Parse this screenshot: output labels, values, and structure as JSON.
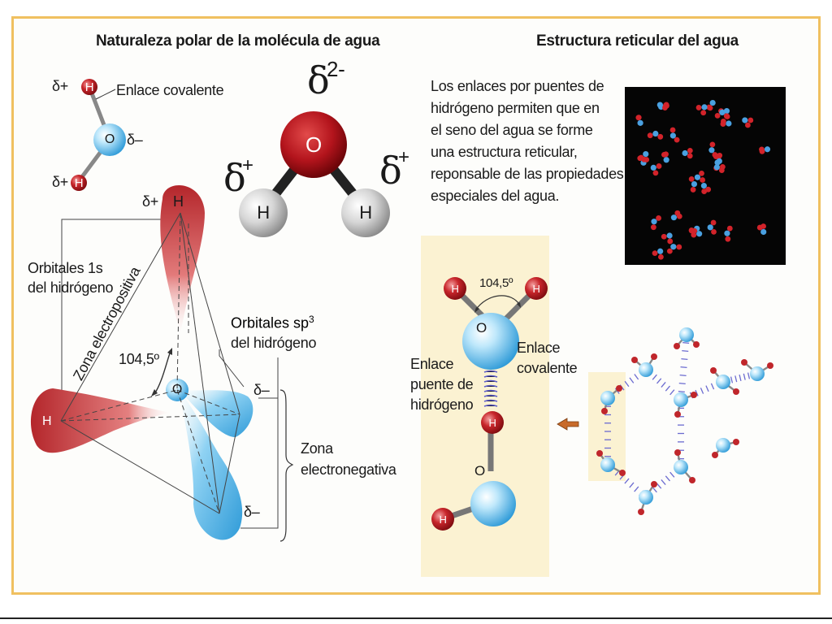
{
  "left": {
    "title": "Naturaleza polar de la molécula de agua",
    "small_molecule": {
      "delta_plus_top": "δ+",
      "h_top": "H",
      "covalent_bond_label": "Enlace covalente",
      "o_atom": "O",
      "delta_minus": "δ–",
      "delta_plus_bottom": "δ+",
      "h_bottom": "H"
    },
    "big_molecule": {
      "delta": "δ",
      "delta_2_minus_sup": "2-",
      "o_atom": "O",
      "h_left": "H",
      "h_right": "H",
      "delta_plus_sup": "+"
    },
    "orbital": {
      "delta_plus_top": "δ+",
      "h_top": "H",
      "h_left": "H",
      "o_atom": "O",
      "orbitals_1s": [
        "Orbitales 1s",
        "del hidrógeno"
      ],
      "zona_electropositiva": "Zona electropositiva",
      "angle": "104,5º",
      "orbitals_sp3_line1": "Orbitales sp",
      "orbitals_sp3_sup": "3",
      "orbitals_sp3_line2": "del hidrógeno",
      "delta_minus_1": "δ–",
      "delta_minus_2": "δ–",
      "zona_electronegativa": [
        "Zona",
        "electronegativa"
      ]
    }
  },
  "right": {
    "title": "Estructura reticular del agua",
    "description_lines": [
      "Los enlaces por puentes de",
      "hidrógeno permiten que en",
      "el seno del agua se forme",
      "una estructura reticular,",
      "reponsable de las propiedades",
      "especiales del agua."
    ],
    "panel": {
      "h1": "H",
      "h2": "H",
      "o1": "O",
      "angle": "104,5º",
      "covalent_label": [
        "Enlace",
        "covalente"
      ],
      "hbond_label": [
        "Enlace",
        "puente de",
        "hidrógeno"
      ],
      "h3": "H",
      "o2": "O",
      "h4": "H"
    }
  },
  "colors": {
    "frame": "#f0c060",
    "panel_bg": "#fbf2d2",
    "oxygen_red": "#b3141c",
    "hydrogen_gray": "#d8d8d8",
    "blue_sphere": "#6ec3ee",
    "red_sphere": "#c0262b",
    "hbond_lines": "#6b6bd0",
    "arrow": "#c86a2a"
  }
}
